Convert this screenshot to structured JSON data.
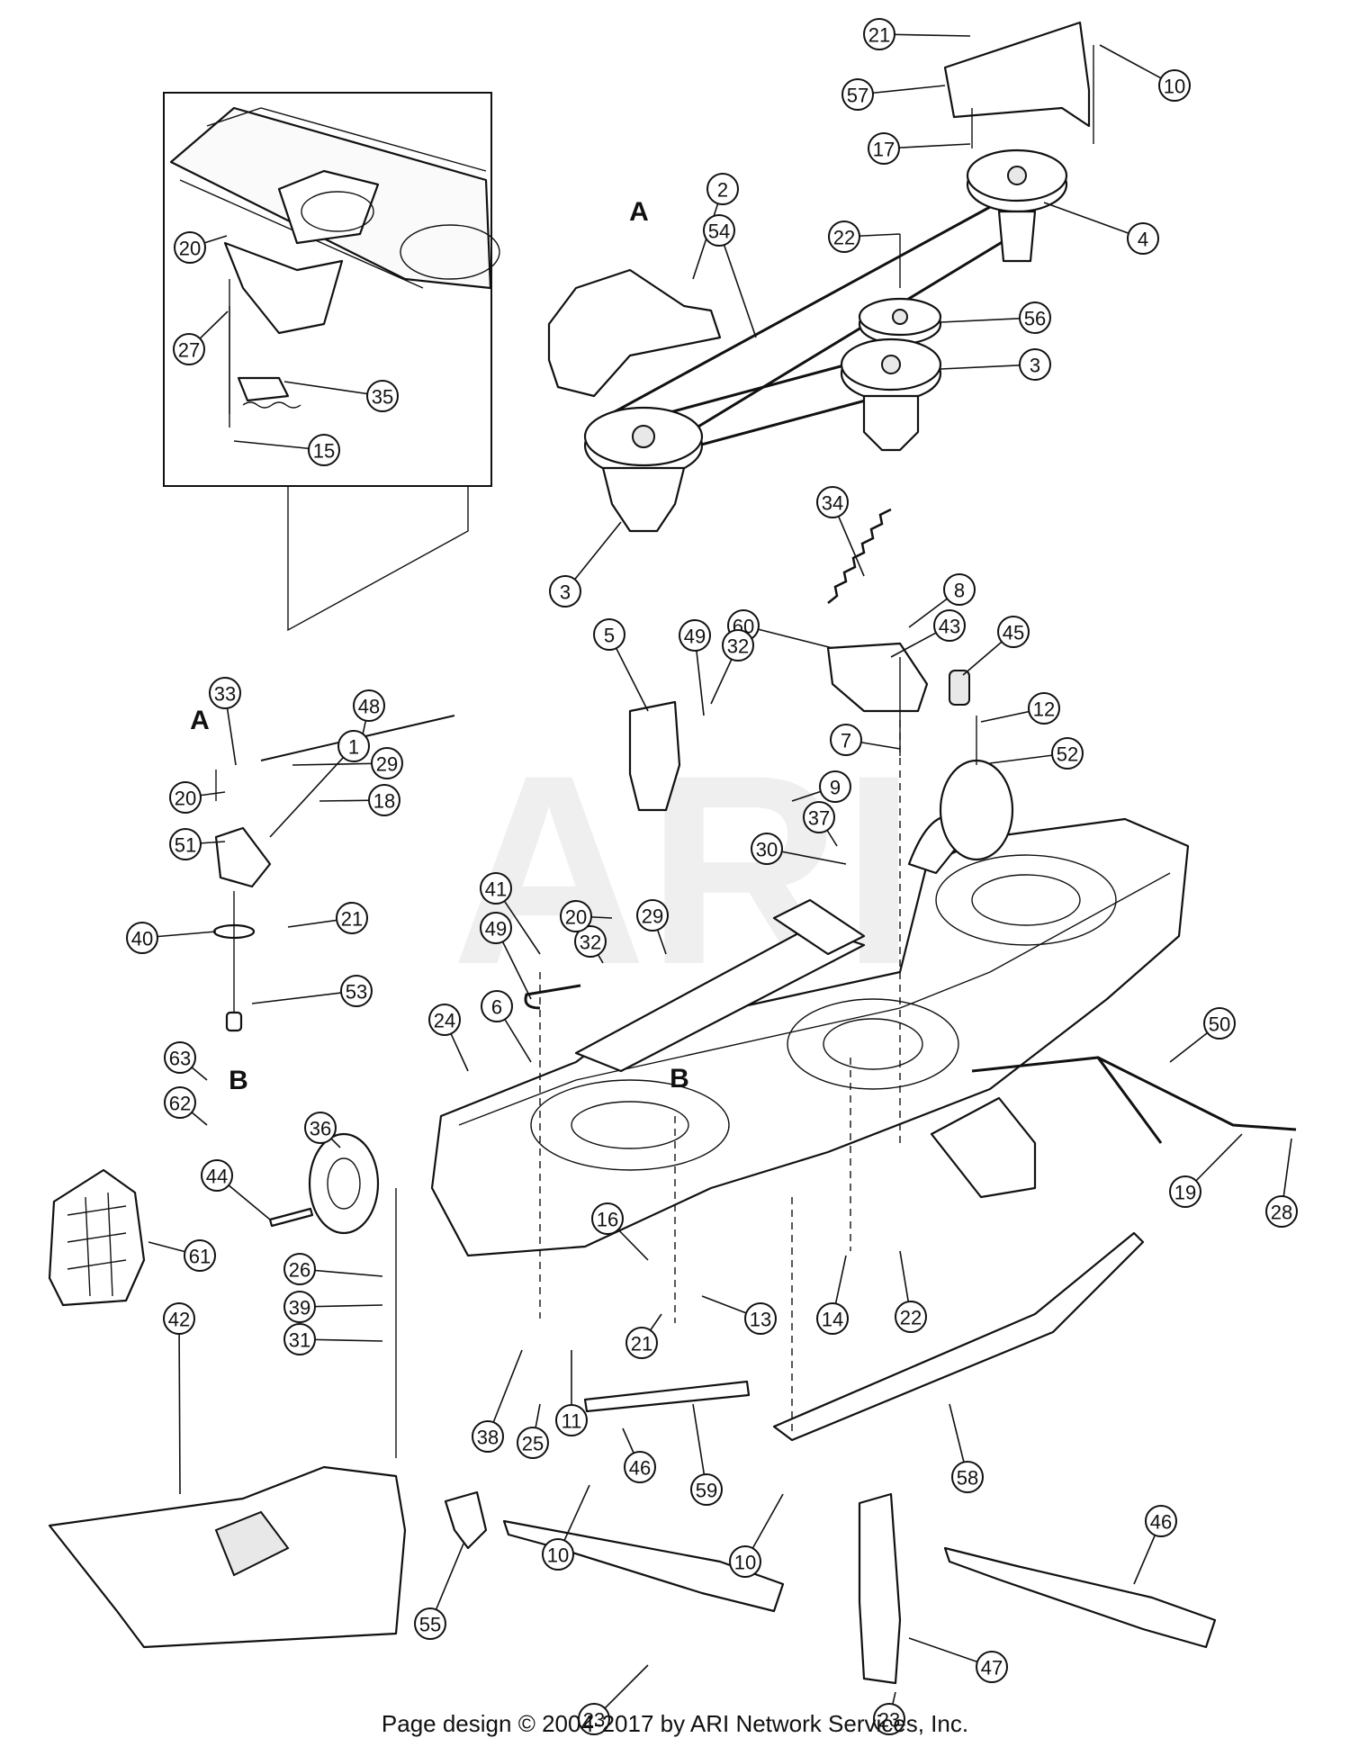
{
  "watermark": "ARI",
  "footer": "Page design © 2004-2017 by ARI Network Services, Inc.",
  "markers": [
    {
      "id": "marker-a-top",
      "label": "A"
    },
    {
      "id": "marker-a-left",
      "label": "A"
    },
    {
      "id": "marker-b-left",
      "label": "B"
    },
    {
      "id": "marker-b-deck",
      "label": "B"
    }
  ],
  "callouts": [
    "21",
    "10",
    "57",
    "17",
    "4",
    "22",
    "56",
    "2",
    "54",
    "3",
    "3",
    "20",
    "27",
    "35",
    "15",
    "34",
    "8",
    "43",
    "60",
    "45",
    "12",
    "52",
    "49",
    "5",
    "32",
    "7",
    "9",
    "37",
    "30",
    "48",
    "33",
    "29",
    "18",
    "20",
    "51",
    "1",
    "21",
    "40",
    "53",
    "41",
    "32",
    "29",
    "49",
    "20",
    "24",
    "6",
    "50",
    "19",
    "28",
    "63",
    "62",
    "36",
    "44",
    "61",
    "16",
    "13",
    "14",
    "22",
    "26",
    "39",
    "31",
    "42",
    "38",
    "25",
    "11",
    "21",
    "59",
    "58",
    "10",
    "46",
    "10",
    "55",
    "23",
    "46",
    "47",
    "23"
  ]
}
